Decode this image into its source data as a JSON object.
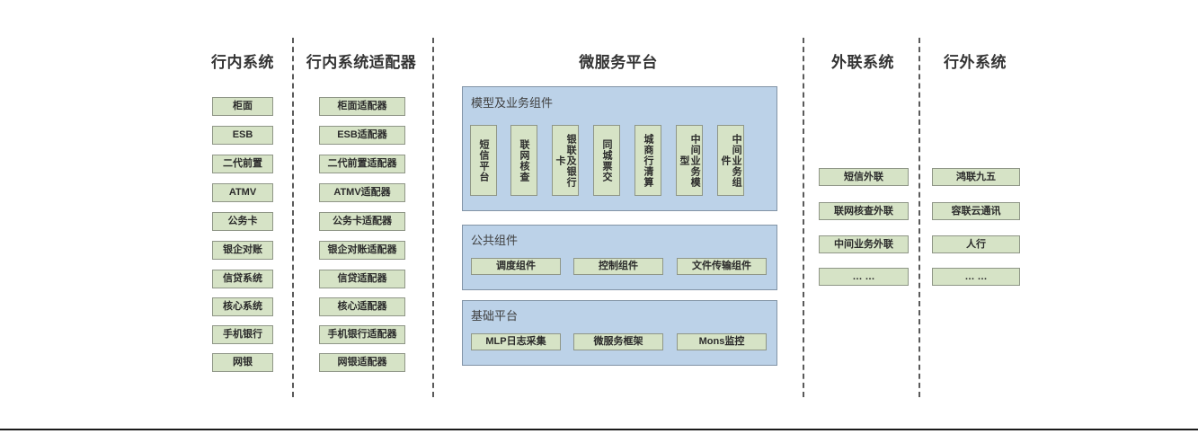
{
  "colors": {
    "box_fill": "#d6e3c6",
    "box_border": "#8f9687",
    "panel_fill": "#bcd2e8",
    "panel_border": "#8294a6",
    "text": "#333333",
    "divider": "#5a5a5a"
  },
  "columns": [
    {
      "id": "internal-systems",
      "title": "行内系统",
      "items": [
        "柜面",
        "ESB",
        "二代前置",
        "ATMV",
        "公务卡",
        "银企对账",
        "信贷系统",
        "核心系统",
        "手机银行",
        "网银"
      ]
    },
    {
      "id": "internal-system-adapters",
      "title": "行内系统适配器",
      "items": [
        "柜面适配器",
        "ESB适配器",
        "二代前置适配器",
        "ATMV适配器",
        "公务卡适配器",
        "银企对账适配器",
        "信贷适配器",
        "核心适配器",
        "手机银行适配器",
        "网银适配器"
      ]
    },
    {
      "id": "external-link-systems",
      "title": "外联系统",
      "items": [
        "短信外联",
        "联网核查外联",
        "中间业务外联",
        "… …"
      ]
    },
    {
      "id": "outside-bank-systems",
      "title": "行外系统",
      "items": [
        "鸿联九五",
        "容联云通讯",
        "人行",
        "… …"
      ]
    }
  ],
  "microservice_platform": {
    "title": "微服务平台",
    "panels": [
      {
        "id": "model-business-components",
        "label": "模型及业务组件",
        "orientation": "vertical",
        "items": [
          "短信平台",
          "联网核查",
          "银联及银行卡",
          "同城票交",
          "城商行清算",
          "中间业务模型",
          "中间业务组件"
        ]
      },
      {
        "id": "public-components",
        "label": "公共组件",
        "orientation": "horizontal",
        "items": [
          "调度组件",
          "控制组件",
          "文件传输组件"
        ]
      },
      {
        "id": "base-platform",
        "label": "基础平台",
        "orientation": "horizontal",
        "items": [
          "MLP日志采集",
          "微服务框架",
          "Mons监控"
        ]
      }
    ]
  }
}
